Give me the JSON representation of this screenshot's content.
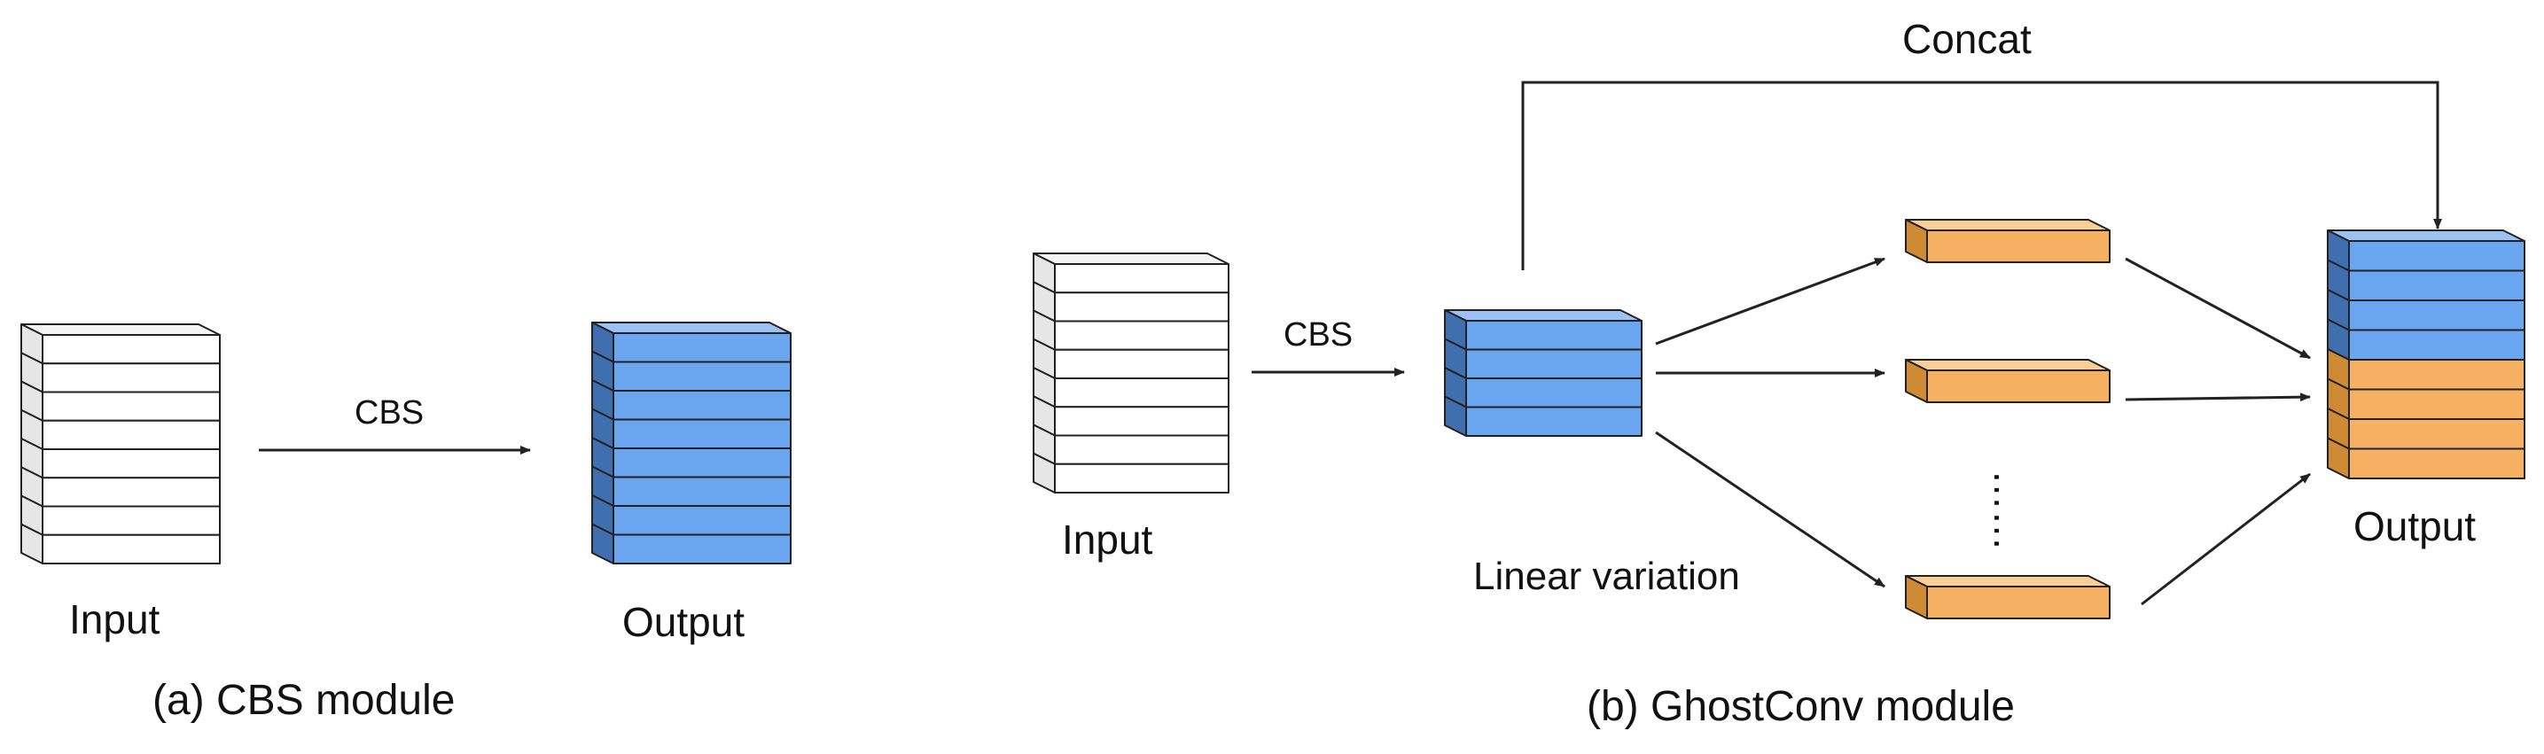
{
  "panel_a": {
    "input_label": "Input",
    "arrow_label": "CBS",
    "output_label": "Output",
    "caption": "(a)  CBS module"
  },
  "panel_b": {
    "input_label": "Input",
    "arrow_label": "CBS",
    "intermediate_label": "Linear variation",
    "concat_label": "Concat",
    "ellipsis": "……",
    "output_label": "Output",
    "caption": "(b)  GhostConv module"
  },
  "colors": {
    "white_front": "#ffffff",
    "white_side": "#e6e6e6",
    "white_top": "#f4f4f4",
    "blue_front": "#6aa5f0",
    "blue_side": "#3f6fae",
    "blue_top": "#9cc2f5",
    "orange_front": "#f5b061",
    "orange_side": "#cf8a34",
    "orange_top": "#f9cf97",
    "stroke": "#222222"
  }
}
